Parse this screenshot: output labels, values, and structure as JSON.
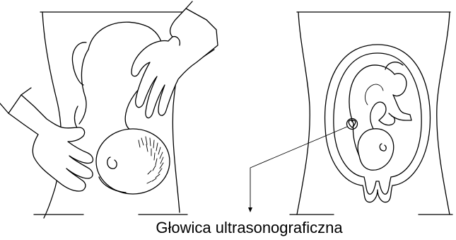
{
  "caption": "Głowica ultrasonograficzna",
  "colors": {
    "line": "#000000",
    "background": "#ffffff"
  },
  "icons": [
    "hands-palpation-illustration",
    "fetus-in-uterus-illustration",
    "heart-icon",
    "pointer-arrow"
  ]
}
